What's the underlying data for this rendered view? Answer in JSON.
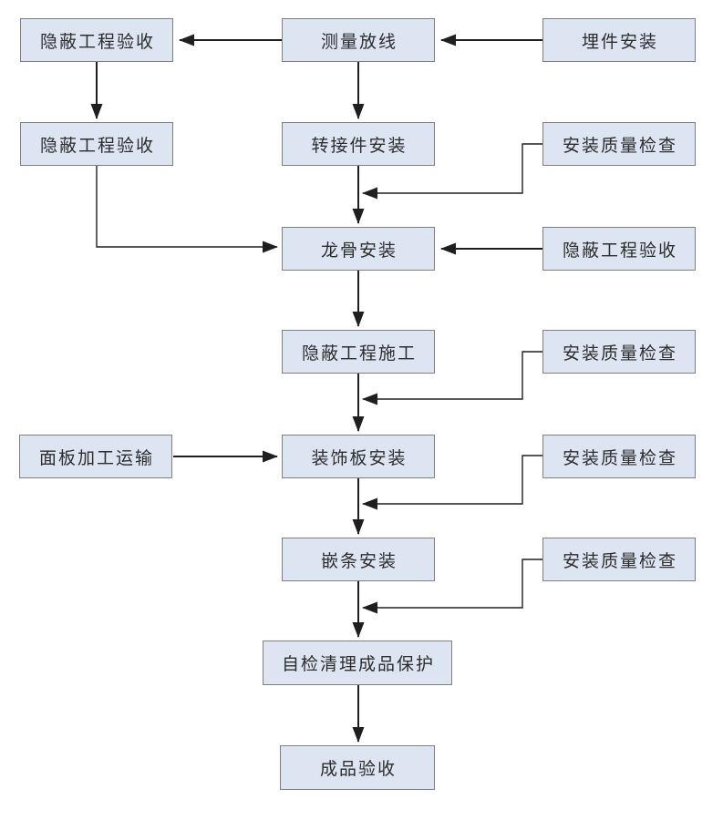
{
  "diagram": {
    "type": "flowchart",
    "direction": "top-down",
    "colors": {
      "background": "#ffffff",
      "box_fill": "#dde5f2",
      "box_border": "#7f7f7f",
      "arrow": "#1f1f1f",
      "text": "#2d2d2d"
    },
    "nodes": {
      "hidden_acceptance_1": {
        "label": "隐蔽工程验收"
      },
      "survey_layout": {
        "label": "测量放线"
      },
      "embed_parts_install": {
        "label": "埋件安装"
      },
      "hidden_acceptance_2": {
        "label": "隐蔽工程验收"
      },
      "adapter_install": {
        "label": "转接件安装"
      },
      "quality_check_1": {
        "label": "安装质量检查"
      },
      "keel_install": {
        "label": "龙骨安装"
      },
      "hidden_acceptance_3": {
        "label": "隐蔽工程验收"
      },
      "hidden_work_construction": {
        "label": "隐蔽工程施工"
      },
      "quality_check_2": {
        "label": "安装质量检查"
      },
      "panel_processing_transport": {
        "label": "面板加工运输"
      },
      "decorative_panel_install": {
        "label": "装饰板安装"
      },
      "quality_check_3": {
        "label": "安装质量检查"
      },
      "trim_strip_install": {
        "label": "嵌条安装"
      },
      "quality_check_4": {
        "label": "安装质量检查"
      },
      "self_check_cleanup_protection": {
        "label": "自检清理成品保护"
      },
      "finished_product_acceptance": {
        "label": "成品验收"
      }
    },
    "edges": [
      {
        "from": "embed_parts_install",
        "to": "survey_layout"
      },
      {
        "from": "survey_layout",
        "to": "hidden_acceptance_1"
      },
      {
        "from": "hidden_acceptance_1",
        "to": "hidden_acceptance_2"
      },
      {
        "from": "survey_layout",
        "to": "adapter_install"
      },
      {
        "from": "adapter_install",
        "to": "keel_install"
      },
      {
        "from": "quality_check_1",
        "to": "connector adapter_install→keel_install"
      },
      {
        "from": "hidden_acceptance_2",
        "to": "keel_install"
      },
      {
        "from": "hidden_acceptance_3",
        "to": "keel_install"
      },
      {
        "from": "keel_install",
        "to": "hidden_work_construction"
      },
      {
        "from": "quality_check_2",
        "to": "connector hidden_work_construction→decorative_panel_install"
      },
      {
        "from": "hidden_work_construction",
        "to": "decorative_panel_install"
      },
      {
        "from": "panel_processing_transport",
        "to": "decorative_panel_install"
      },
      {
        "from": "quality_check_3",
        "to": "connector decorative_panel_install→trim_strip_install"
      },
      {
        "from": "decorative_panel_install",
        "to": "trim_strip_install"
      },
      {
        "from": "quality_check_4",
        "to": "connector trim_strip_install→self_check_cleanup_protection"
      },
      {
        "from": "trim_strip_install",
        "to": "self_check_cleanup_protection"
      },
      {
        "from": "self_check_cleanup_protection",
        "to": "finished_product_acceptance"
      }
    ]
  }
}
